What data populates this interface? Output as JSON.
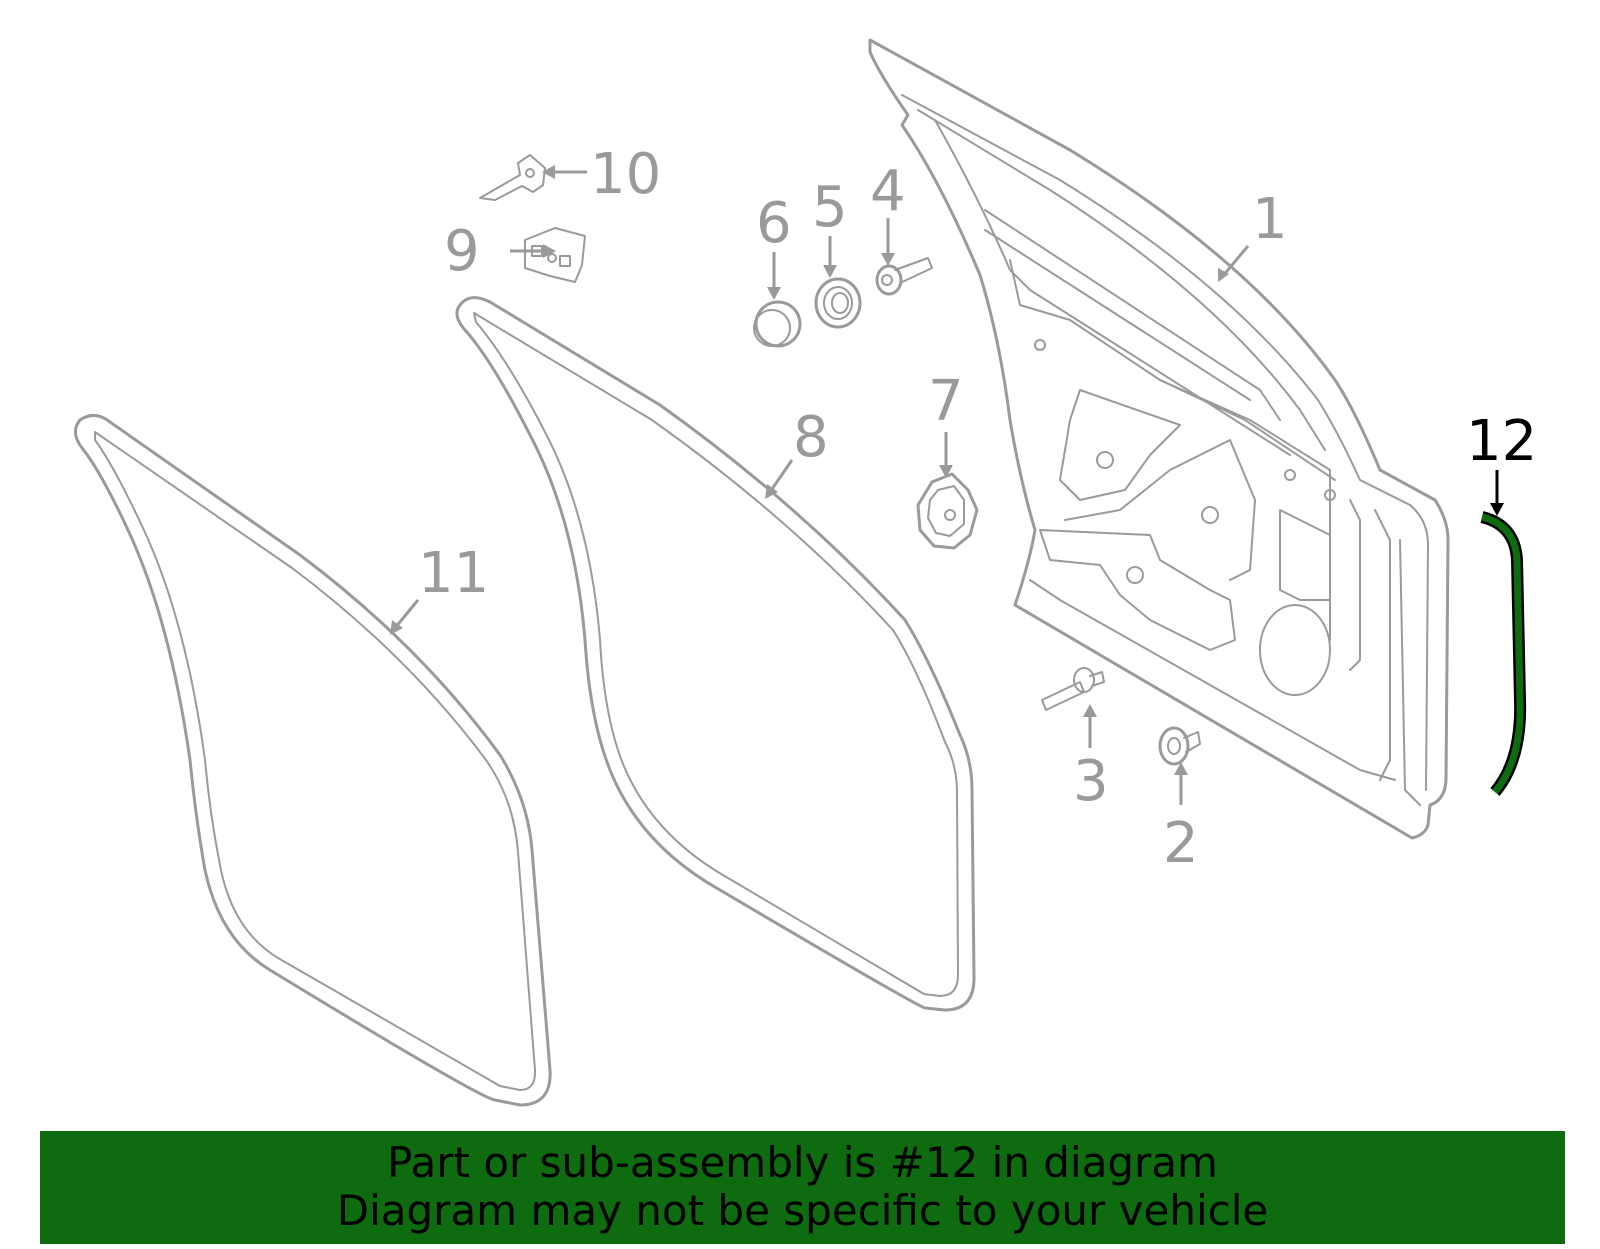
{
  "highlight_color": "#0f6b0f",
  "callouts": [
    "1",
    "2",
    "3",
    "4",
    "5",
    "6",
    "7",
    "8",
    "9",
    "10",
    "11",
    "12"
  ],
  "highlighted_callout": "12",
  "banner": {
    "line1": "Part or sub-assembly is #12 in diagram",
    "line2": "Diagram may not be specific to your vehicle"
  }
}
